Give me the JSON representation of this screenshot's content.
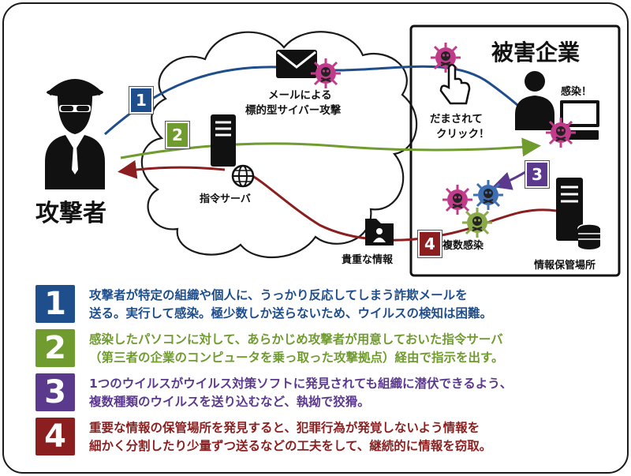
{
  "colors": {
    "step1": "#1f4e8c",
    "step2": "#6f9b2f",
    "step3": "#5b3a8e",
    "step4": "#8b1f1f",
    "virus": "#c03c8a",
    "virus_blue": "#3f6fb3",
    "virus_green": "#8aaa4a"
  },
  "labels": {
    "attacker": "攻撃者",
    "victim_company": "被害企業",
    "email_line1": "メールによる",
    "email_line2": "標的型サイバー攻撃",
    "c2_server": "指令サーバ",
    "deceived_line1": "だまされて",
    "deceived_line2": "クリック！",
    "infected": "感染！",
    "multi_infection": "複数感染",
    "valuable_info": "貴重な情報",
    "info_storage": "情報保管場所"
  },
  "arrow_badges": [
    "1",
    "2",
    "3",
    "4"
  ],
  "steps": [
    {
      "num": "1",
      "lines": [
        "攻撃者が特定の組織や個人に、うっかり反応してしまう詐欺メールを",
        "送る。実行して感染。極少数しか送らないため、ウイルスの検知は困難。"
      ]
    },
    {
      "num": "2",
      "lines": [
        "感染したパソコンに対して、あらかじめ攻撃者が用意しておいた指令サーバ",
        "（第三者の企業のコンピュータを乗っ取った攻撃拠点）経由で指示を出す。"
      ]
    },
    {
      "num": "3",
      "lines": [
        "1つのウイルスがウイルス対策ソフトに発見されても組織に潜伏できるよう、",
        "複数種類のウイルスを送り込むなど、執拗で狡猾。"
      ]
    },
    {
      "num": "4",
      "lines": [
        "重要な情報の保管場所を発見すると、犯罪行為が発覚しないよう情報を",
        "細かく分割したり少量ずつ送るなどの工夫をして、継続的に情報を窃取。"
      ]
    }
  ],
  "icons": [
    "attacker-icon",
    "cloud-icon",
    "envelope-icon",
    "virus-icon",
    "server-icon",
    "globe-icon",
    "pointer-hand-icon",
    "employee-icon",
    "folder-person-icon",
    "database-icon"
  ]
}
